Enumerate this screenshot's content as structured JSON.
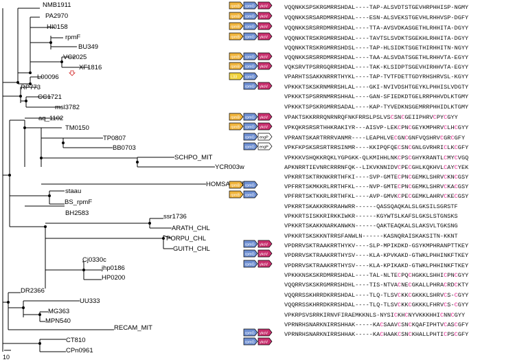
{
  "tree": {
    "leaves": [
      {
        "name": "NMB1911",
        "seq": "VQQNKKSPSKRGMRRSHDAL----TAP-ALSVDTSTGEVHRPHHISP-NGMY",
        "genes": [
          "rpmB",
          "rpmG",
          "ykoV"
        ]
      },
      {
        "name": "PA2970",
        "seq": "VQQNKKSRSARDMRRSHDAL----ESN-ALSVEKSTGEVHLRHHVSP-DGFY",
        "genes": [
          "rpmB",
          "rpmG",
          "ykoV"
        ]
      },
      {
        "name": "HI0158",
        "seq": "VQQNKKSRSRRDMRRSHDAL----TTA-AVSVDKASGETHLRHHITA-DGYY",
        "genes": [
          "rpmB",
          "rpmG",
          "ykoV"
        ]
      },
      {
        "name": "rpmF",
        "seq": "VQQNKKTRSKRGMRRSHDAL----TAVTSLSVDKTSGEKHLRHHITA-DGYY",
        "genes": [
          "rpmB",
          "rpmG",
          "ykoV"
        ]
      },
      {
        "name": "BU349",
        "seq": "VQQNKKTRSKRGMRRSHDSL----TAP-HLSIDKTSGETHIRHHITN-NGYY",
        "genes": []
      },
      {
        "name": "VC2025",
        "seq": "VQQNKKSRSRRDMRRSHDAL----TAA-ALSVDATSGETHLRHHVTA-EGYY",
        "genes": [
          "rpmB",
          "rpmG",
          "ykoV"
        ]
      },
      {
        "name": "XF1816",
        "seq": "VQKSRVTPSRRGQRRSHDAL----TAK-KLSIDPTSGEVHIRHHVTA-EGYY",
        "genes": [
          "rpmB",
          "rpmG",
          "ykoV"
        ]
      },
      {
        "name": "L00096",
        "seq": "VPARHTSSAKKNRRRTHYKL----TAP-TVTFDETTGDYRHSHRVSL-KGYY",
        "genes": [
          "L33",
          "rpmG"
        ]
      },
      {
        "name": "RP773",
        "seq": "VPKKKTSKSKRNMRRSHLAL----GKI-NVIVDSHTGEYKLPHHISLVDGTY",
        "genes": [
          "rpmG",
          "ykoV"
        ]
      },
      {
        "name": "CC1721",
        "seq": "VPKKKTSPSRRNMRRSHHAL----GAN-SFIEDKDTGELRRPHHVDLKTGMY",
        "genes": []
      },
      {
        "name": "msl3782",
        "seq": "VPKKKTSPSKRGMRRSADAL----KAP-TYVEDKNSGEMRRPHHIDLKTGMY",
        "genes": []
      },
      {
        "name": "aq_1102",
        "seq": "VPAKTSKKRRRQNRNRQFNKFRRSLPSLVSCSNCGEIIPHRVCPYCGYY",
        "genes": [
          "rpmB",
          "rpmG",
          "ykoV"
        ]
      },
      {
        "name": "TM0150",
        "seq": "VPKQKRSRSRTHHKRAKIYR---AISVP-LEKCPNCGEYKMPHRVCLHCGYY",
        "genes": [
          "rpmB",
          "rpmG",
          "ykoV"
        ]
      },
      {
        "name": "TP0807",
        "seq": "VPRANTSKARTRRRVANMR----LEAPHLVECGNCGNFVQSHRVCGRCGFY",
        "genes": [
          "rpmG",
          "engP"
        ]
      },
      {
        "name": "BB0703",
        "seq": "VPKFKPSKSRSRTRRSINMR----KKIPQFQECSNCGNLGVRHRICLKCGFY",
        "genes": [
          "rpmG",
          "engP"
        ]
      },
      {
        "name": "SCHPO_MIT",
        "seq": "VPKKKVSHQKKRQKLYGPGKK-QLKMIHHLNKCPSCGHYKRANTLCMYCVGQ",
        "genes": []
      },
      {
        "name": "YCR003w",
        "seq": "APKNRRTIEVNRCRRRNFQK--LIKVKNNIDVCPECGHLKQKHVLCAYCYEK",
        "genes": []
      },
      {
        "name": "HOMSA_MIT",
        "seq": "VPKRRTSKTRKNKRRTHFKI----SVP-GMTECPNCGEMKLSHRVCKNCGSY",
        "genes": []
      },
      {
        "name": "staau",
        "seq": "VPFRRTSKMKKRLRRTHFKL----NVP-GMTECPNCGEMKLSHRVCKACGSY",
        "genes": [
          "rpmB",
          "rpmG"
        ]
      },
      {
        "name": "BS_rpmF",
        "seq": "VPFRRTSKTKKRLRRTHFKL----AVP-GMVKCPECGEMKLAHRVCKECGSY",
        "genes": [
          "rpmB",
          "rpmG"
        ]
      },
      {
        "name": "BH2583",
        "seq": "VPKRRTSKAKKRKRRAHWRR------QASSQAQKALSLGKSILSGRSTF",
        "genes": []
      },
      {
        "name": "ssr1736",
        "seq": "VPKKRTSISKKRIRKKIWKR------KGYWTSLKAFSLGKSLSTGNSKS",
        "genes": []
      },
      {
        "name": "ARATH_CHL",
        "seq": "VPKKRTSKAKKNARKANWKN------QAKTEAQKALSLAKSVLTGKSNG",
        "genes": []
      },
      {
        "name": "PORPU_CHL",
        "seq": "VPKKRTSKSKKNTRRSFANWLN------KASNQRAISKAKSITN-KKNT",
        "genes": []
      },
      {
        "name": "GUITH_CHL",
        "seq": "VPDRRVSKTRAAKRRTHYKV----SLP-MPIKDKD-GSYKMPHRANPTTKEY",
        "genes": [
          "rpmG",
          "ykoV"
        ]
      },
      {
        "name": "Cj0330c",
        "seq": "VPDRRVSKTRAAKRRTHYSV----KLA-KPVKAKD-GTWKLPHHINKFTKEY",
        "genes": [
          "rpmG",
          "ykoV"
        ]
      },
      {
        "name": "jhp0186",
        "seq": "VPDRRVSKTRAAKRRTHYSV----KLA-KPIKAKD-GTWKLPHHINKFTKEY",
        "genes": [
          "rpmG",
          "ykoV"
        ]
      },
      {
        "name": "HP0200",
        "seq": "VPKKKNSKSKRDMRRSHDAL----TAL-NLTECPQCHGKKLSHHICPNCGYY",
        "genes": []
      },
      {
        "name": "DR2366",
        "seq": "VQQRRVSKSKRGMRRSHDHL----TIS-NTVACNECGKALLPHRACRDCKTY",
        "genes": []
      },
      {
        "name": "UU333",
        "seq": "VQQRRSSKHRRDKRRSHDAL----TLQ-TLSVCKKCGKKKLSHRVCS-CGYY",
        "genes": []
      },
      {
        "name": "MG363",
        "seq": "VQQRRSSKHRRDKRRSHDAL----TLQ-TLSVCKKCGKKKLFHRVCS-CGYY",
        "genes": []
      },
      {
        "name": "MPN540",
        "seq": "VPKRPSVSRRKIRNVFIRAEMKKNLS-NYSICKHCNYVKKKHHICNNCGYY",
        "genes": []
      },
      {
        "name": "RECAM_MIT",
        "seq": "VPRNRHSNARKNIRRSHHAK-----KACSAAVCSNCKQAFIPHTVCASCGFY",
        "genes": []
      },
      {
        "name": "CT810",
        "seq": "VPRNRHSNARKNIRRSHHAK-----KACHAAKCSNCKHALLPHTICPSCGFY",
        "genes": [
          "rpmG",
          "ykoV"
        ]
      },
      {
        "name": "CPn0961",
        "seq": "",
        "genes": [
          "rpmG",
          "ykoV"
        ]
      }
    ],
    "scale_bar_label": "10"
  },
  "gene_colors": {
    "rpmB": "#f0b43c",
    "L33": "#f0d23c",
    "rpmG": "#6e8fd2",
    "ykoV": "#c8306e",
    "yloX": "#ffffff",
    "engP": "#ffffff"
  }
}
